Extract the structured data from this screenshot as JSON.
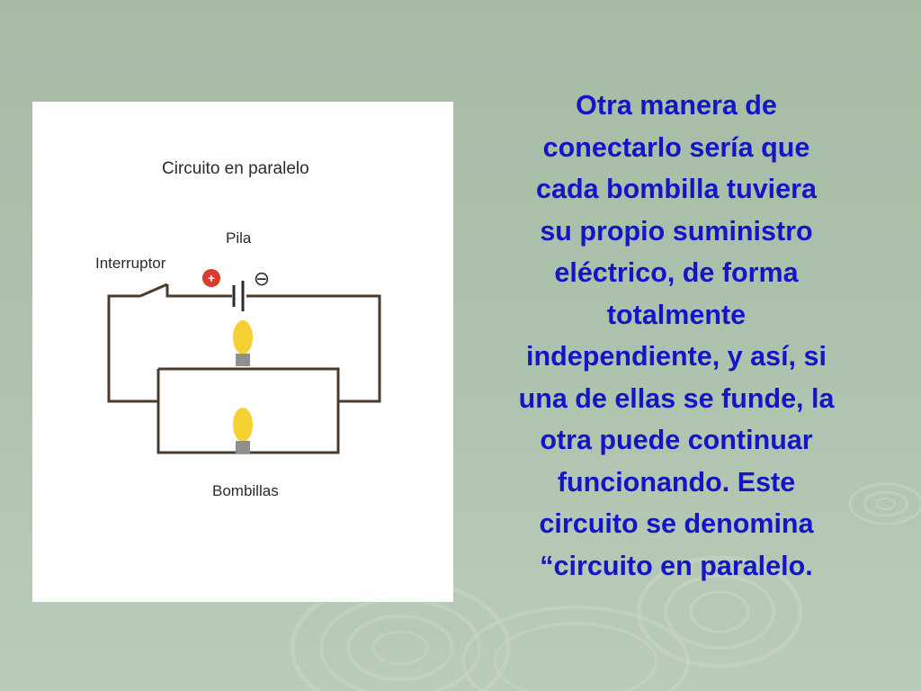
{
  "diagram": {
    "title": "Circuito en paralelo",
    "labels": {
      "battery": "Pila",
      "switch": "Interruptor",
      "bulbs": "Bombillas"
    },
    "battery_terminals": {
      "positive": "+",
      "negative": "⊖"
    },
    "colors": {
      "wire": "#4a3b2c",
      "bulb": "#f5d233",
      "bulb_base": "#8f8f8f",
      "positive_terminal": "#d93a2b"
    }
  },
  "text": {
    "paragraph": "Otra manera de\nconectarlo sería que\ncada bombilla tuviera\nsu propio suministro\neléctrico, de forma\ntotalmente\nindependiente, y así, si\nuna de ellas se funde, la\notra puede continuar\nfuncionando. Este\ncircuito se denomina\n“circuito en paralelo.",
    "color": "#1515c8"
  }
}
